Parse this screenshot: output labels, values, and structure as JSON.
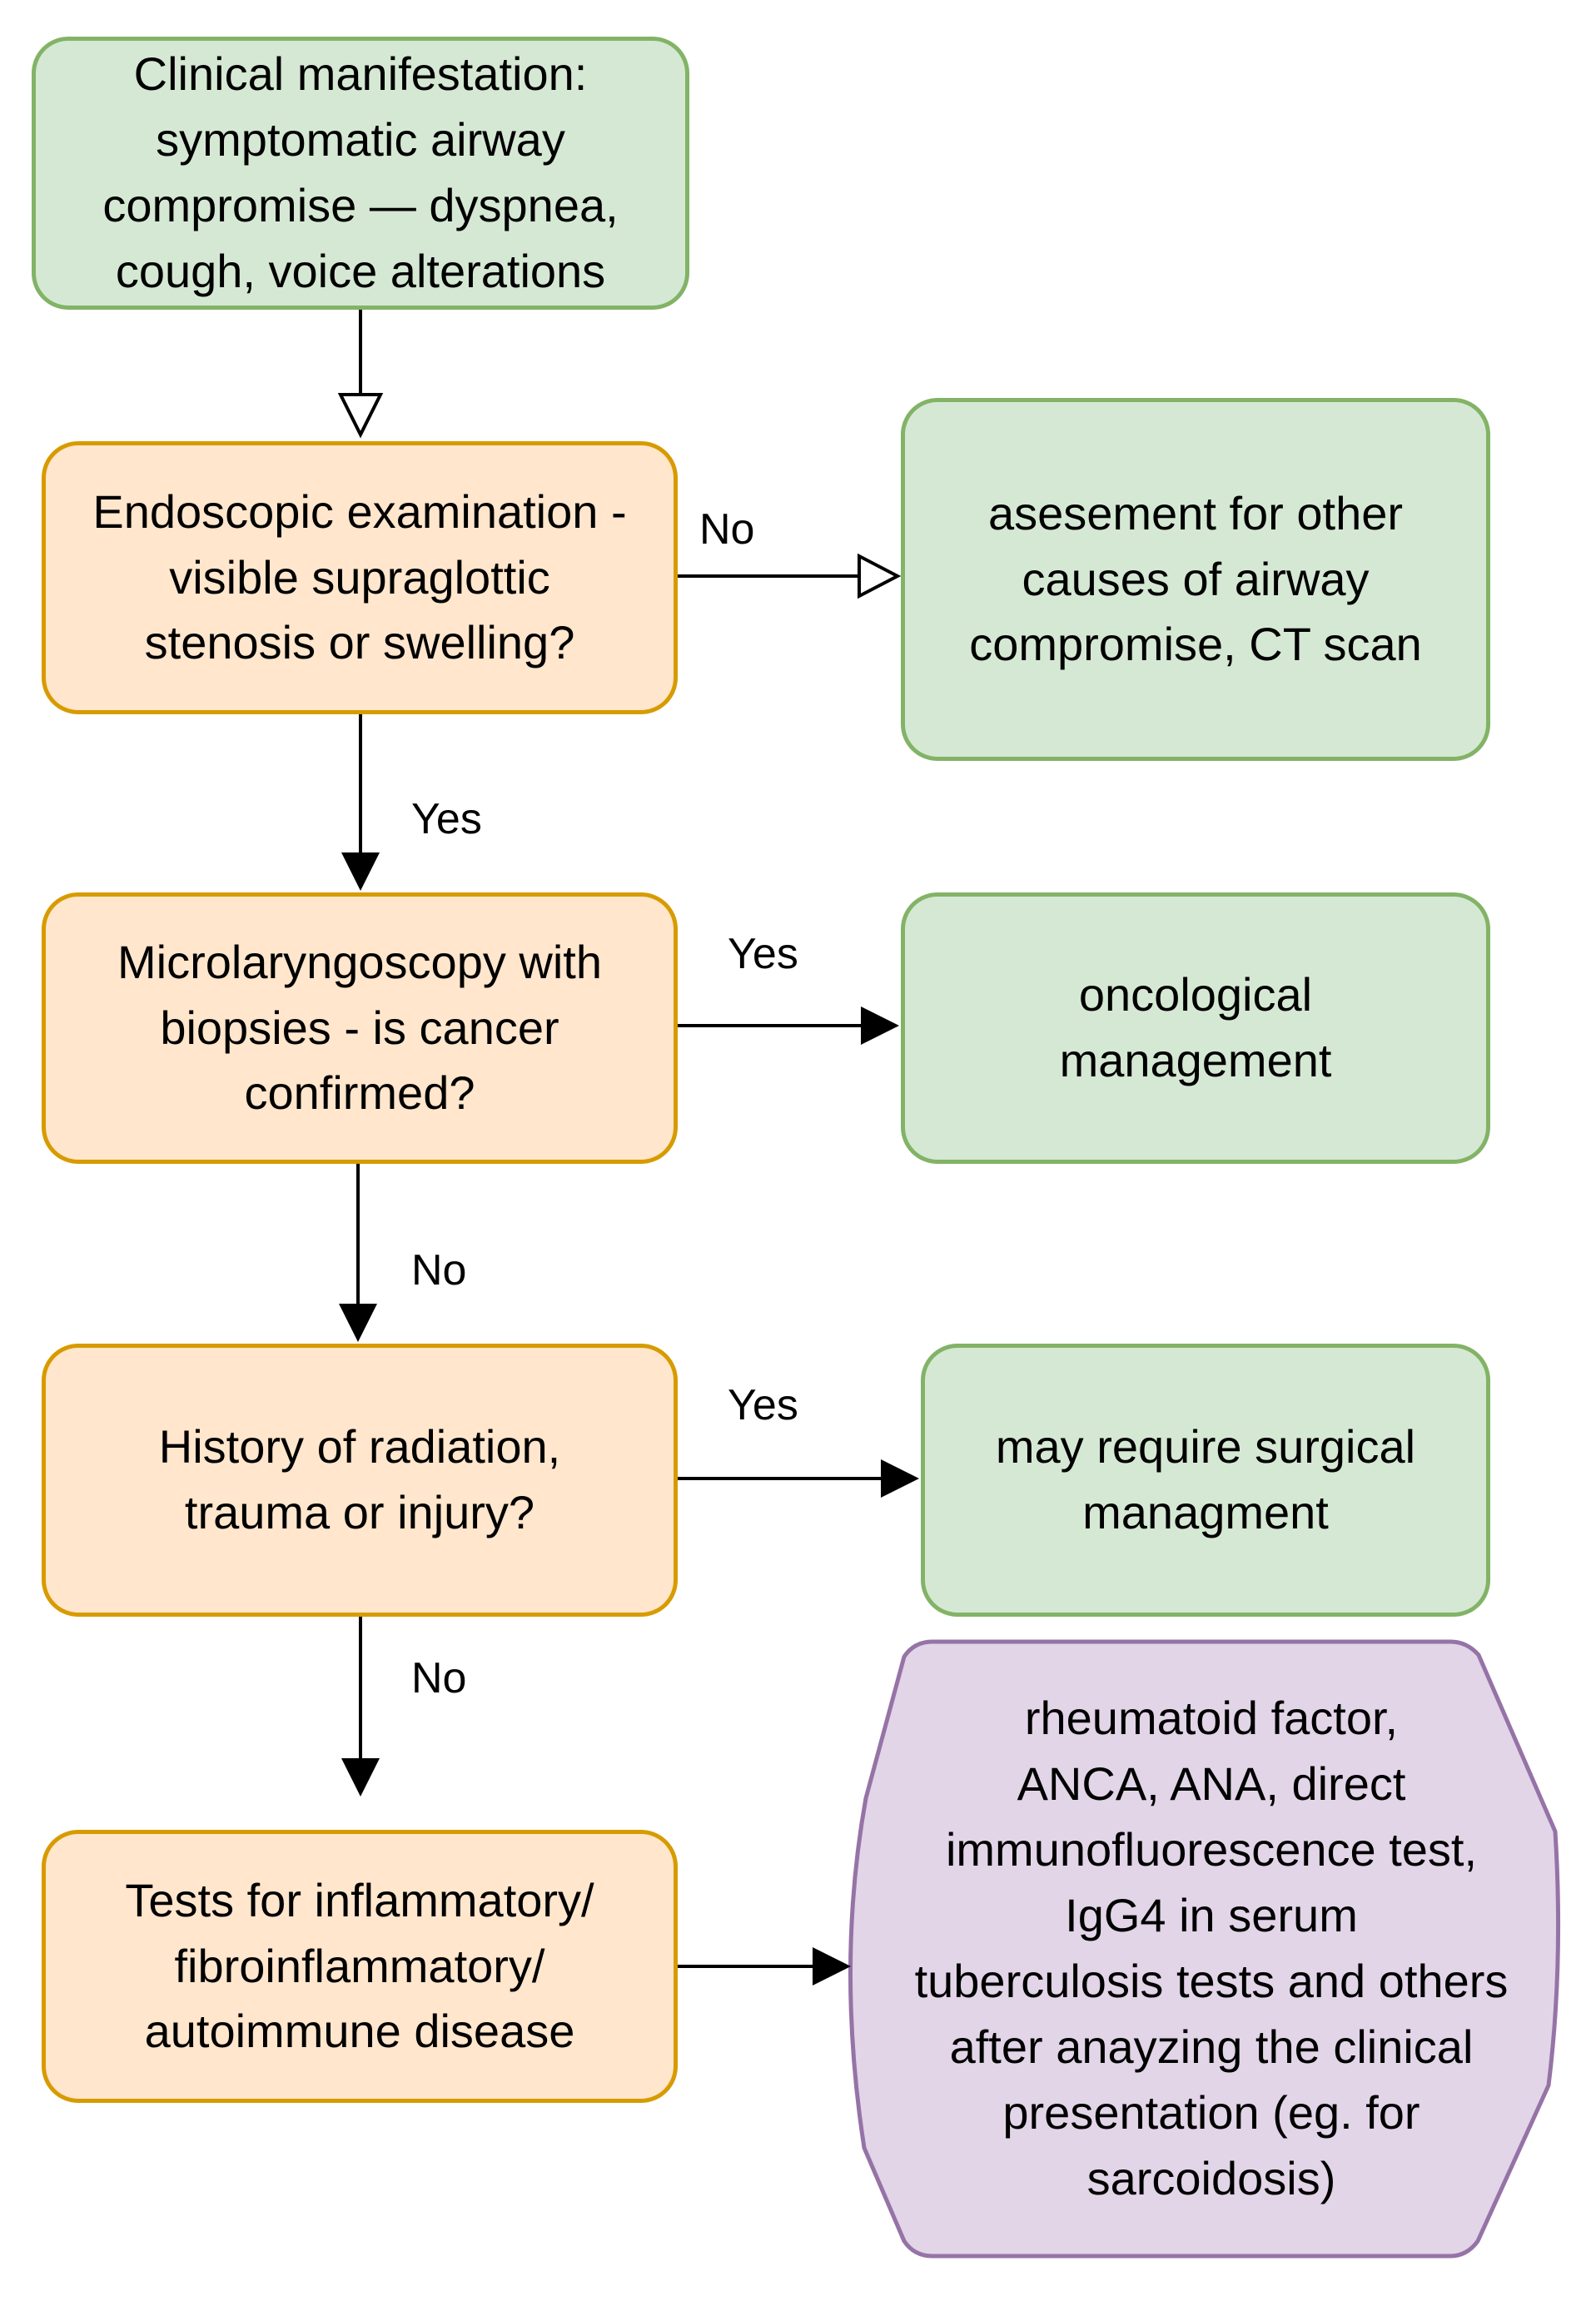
{
  "colors": {
    "green_fill": "#d5e8d4",
    "green_stroke": "#82b366",
    "orange_fill": "#ffe6cc",
    "orange_stroke": "#d79b00",
    "purple_fill": "#e1d5e7",
    "purple_stroke": "#9673a6"
  },
  "nodes": {
    "clinical": [
      "Clinical manifestation:",
      "symptomatic airway",
      "compromise — dyspnea,",
      "cough, voice alterations"
    ],
    "endoscopic": [
      "Endoscopic examination -",
      "visible supraglottic",
      "stenosis or swelling?"
    ],
    "other_causes": [
      "asesement for other",
      "causes of airway",
      "compromise, CT scan"
    ],
    "microlaryngoscopy": [
      "Microlaryngoscopy with",
      "biopsies - is cancer",
      "confirmed?"
    ],
    "oncological": [
      "oncological",
      "management"
    ],
    "history": [
      "History of radiation,",
      "trauma or injury?"
    ],
    "surgical": [
      "may require surgical",
      "managment"
    ],
    "tests": [
      "Tests for inflammatory/",
      "fibroinflammatory/",
      "autoimmune disease"
    ],
    "lab_tests": [
      "rheumatoid factor,",
      "ANCA, ANA, direct",
      "immunofluorescence test,",
      "IgG4 in serum",
      "tuberculosis tests and others",
      "after anayzing the clinical",
      "presentation (eg. for",
      "sarcoidosis)"
    ]
  },
  "edge_labels": {
    "endo_no": "No",
    "endo_yes": "Yes",
    "micro_yes": "Yes",
    "micro_no": "No",
    "history_yes": "Yes",
    "history_no": "No"
  }
}
